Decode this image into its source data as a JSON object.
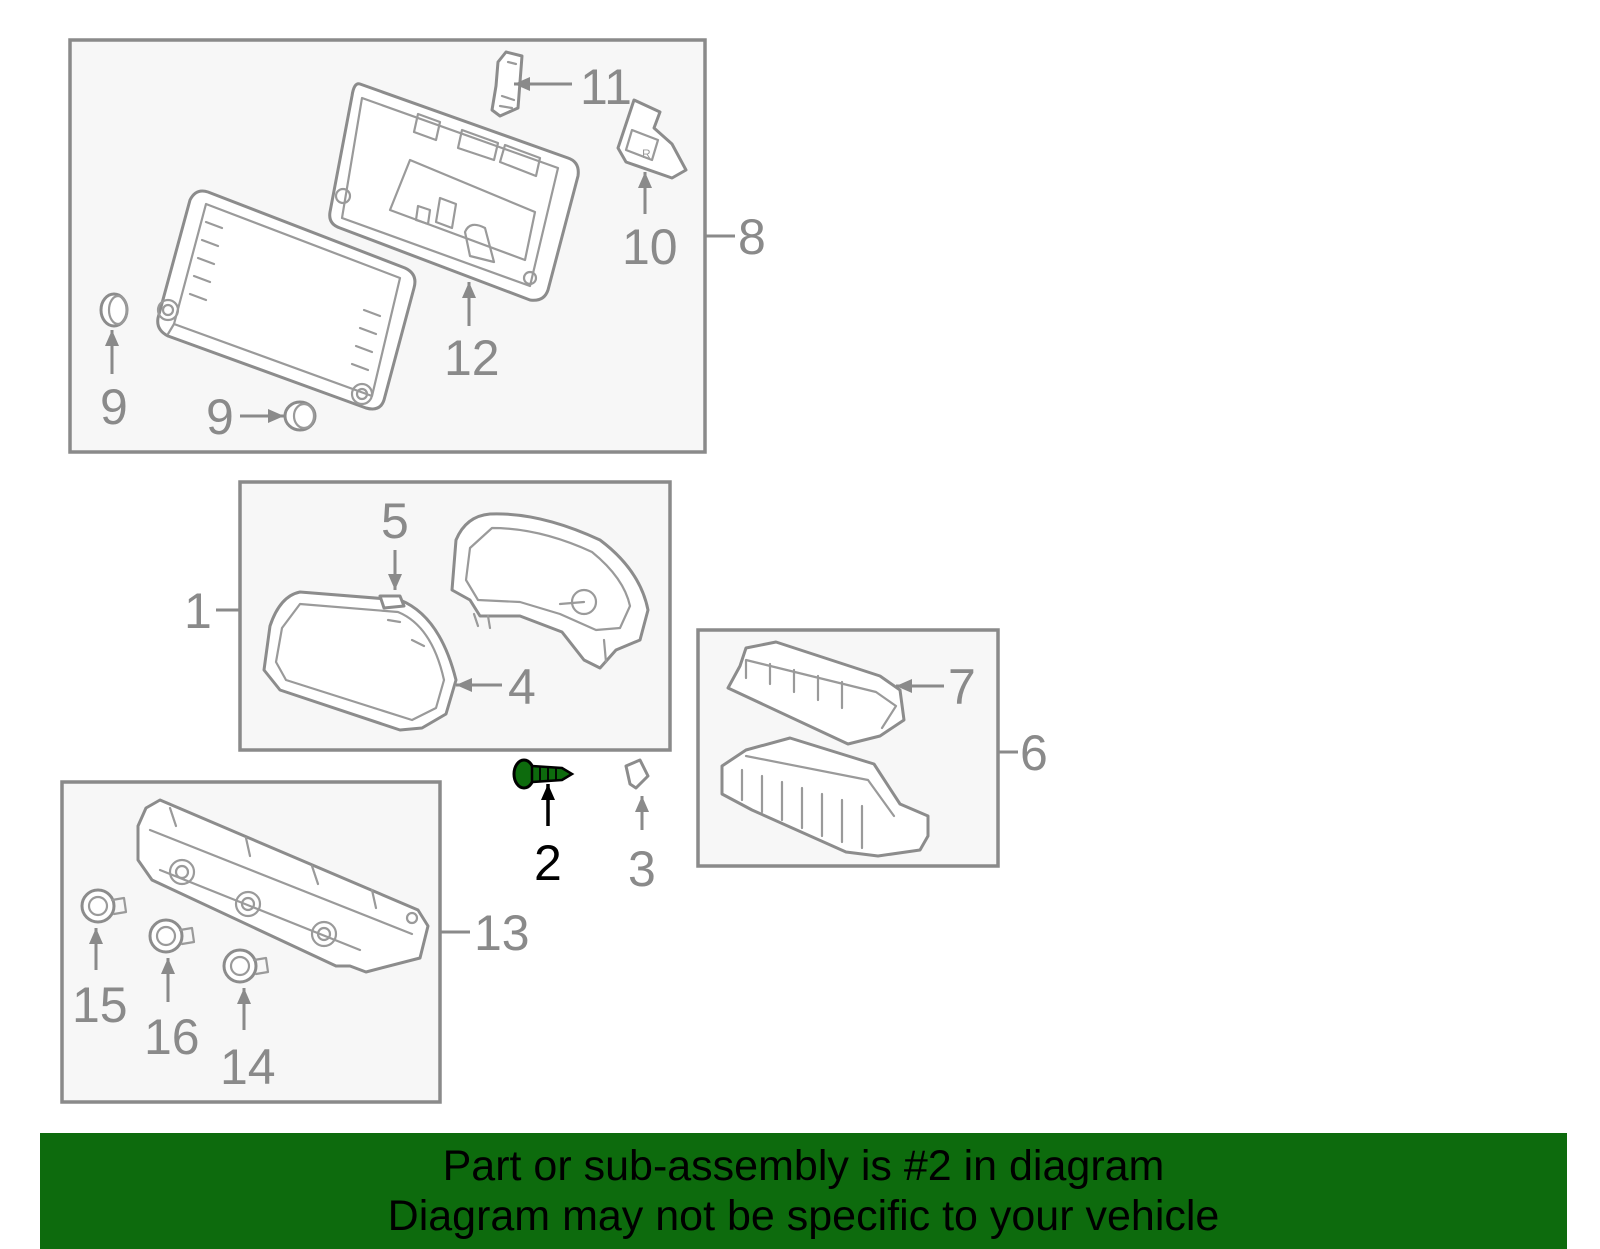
{
  "callouts": {
    "c1": "1",
    "c2": "2",
    "c3": "3",
    "c4": "4",
    "c5": "5",
    "c6": "6",
    "c7": "7",
    "c8": "8",
    "c9a": "9",
    "c9b": "9",
    "c10": "10",
    "c11": "11",
    "c12": "12",
    "c13": "13",
    "c14": "14",
    "c15": "15",
    "c16": "16"
  },
  "highlight": {
    "part_number": "2",
    "color": "#0d6b0d"
  },
  "footer": {
    "line1": "Part or sub-assembly is #2 in diagram",
    "line2": "Diagram may not be specific to your vehicle",
    "background": "#0d6b0d"
  }
}
